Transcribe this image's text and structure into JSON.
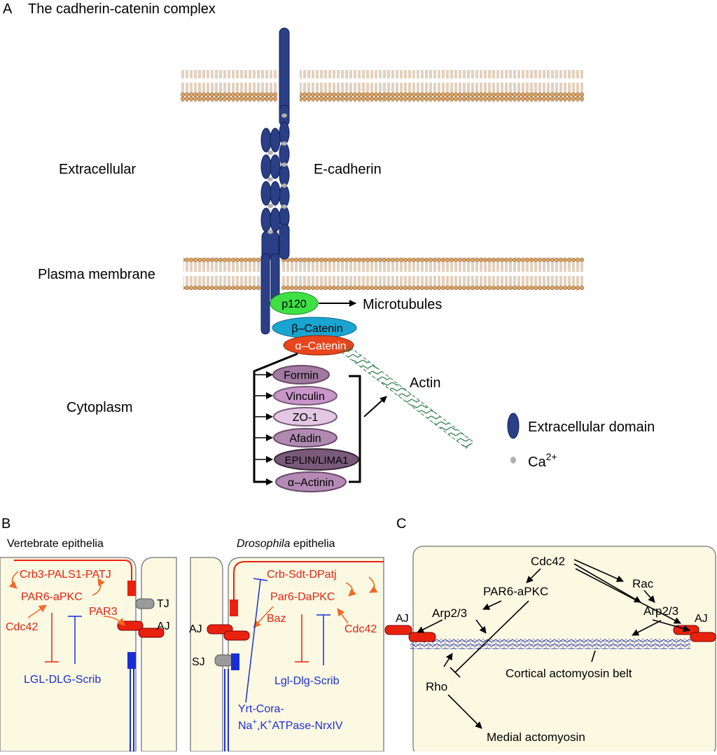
{
  "panel_a": {
    "letter": "A",
    "title": "The cadherin-catenin complex",
    "label_extracellular": "Extracellular",
    "label_ecadherin": "E-cadherin",
    "label_plasma_membrane": "Plasma membrane",
    "label_cytoplasm": "Cytoplasm",
    "label_microtubules": "Microtubules",
    "label_actin": "Actin",
    "p120": "p120",
    "beta_catenin": "β–Catenin",
    "alpha_catenin": "α–Catenin",
    "binding_partners": [
      "Formin",
      "Vinculin",
      "ZO-1",
      "Afadin",
      "EPLIN/LIMA1",
      "α–Actinin"
    ],
    "legend_domain": "Extracellular domain",
    "legend_ca": "Ca",
    "legend_ca_sup": "2+"
  },
  "panel_b": {
    "letter": "B",
    "vertebrate_title": "Vertebrate epithelia",
    "drosophila_title_italic": "Drosophila",
    "drosophila_title_rest": " epithelia",
    "v_crb": "Crb3-PALS1-PATJ",
    "v_par6": "PAR6-aPKC",
    "v_par3": "PAR3",
    "v_cdc42": "Cdc42",
    "v_lgl": "LGL-DLG-Scrib",
    "v_tj": "TJ",
    "v_aj": "AJ",
    "d_crb": "Crb-Sdt-DPatj",
    "d_par6": "Par6-DaPKC",
    "d_baz": "Baz",
    "d_cdc42": "Cdc42",
    "d_lgl": "Lgl-Dlg-Scrib",
    "d_aj": "AJ",
    "d_sj": "SJ",
    "d_yrt1": "Yrt-Cora-",
    "d_yrt2a": "Na",
    "d_yrt2b": ",K",
    "d_yrt2c": "ATPase-NrxIV",
    "plus": "+"
  },
  "panel_c": {
    "letter": "C",
    "cdc42": "Cdc42",
    "rac": "Rac",
    "par6": "PAR6-aPKC",
    "arp_left": "Arp2/3",
    "arp_right": "Arp2/3",
    "aj_left": "AJ",
    "aj_right": "AJ",
    "cortical": "Cortical actomyosin belt",
    "rho": "Rho",
    "medial": "Medial actomyosin"
  },
  "colors": {
    "cadherin": "#2a3f86",
    "membrane": "#d9a56a",
    "p120": "#3fe045",
    "beta": "#1aa5d0",
    "alpha": "#e8451c",
    "partner": "#b58ab5",
    "cell_fill": "#fcf9e3",
    "red": "#e8220f",
    "orange": "#f06a2a",
    "blue": "#1a2ed8",
    "actin": "#2e7a4a"
  }
}
